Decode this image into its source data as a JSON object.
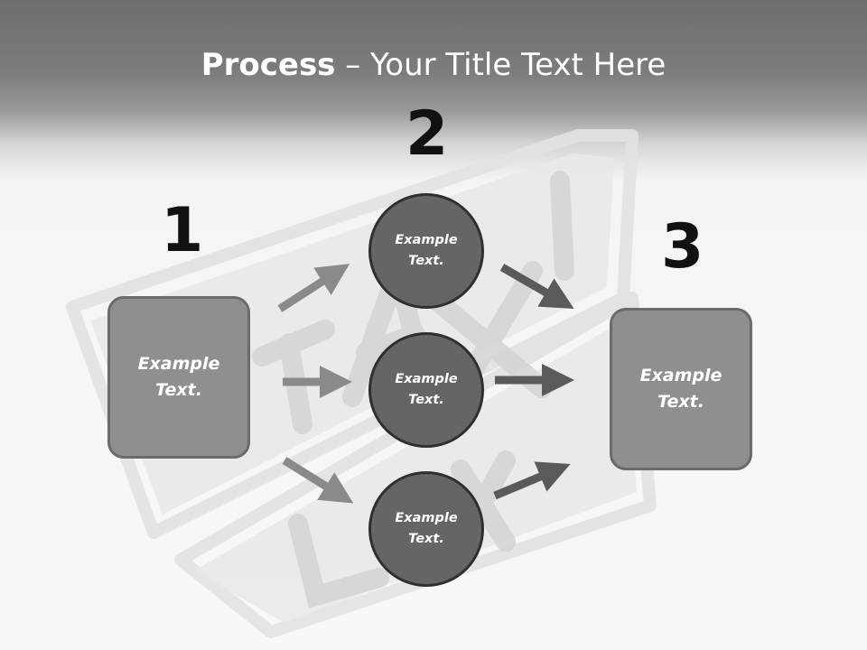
{
  "title": {
    "bold": "Process",
    "rest": " – Your Title Text Here"
  },
  "steps": [
    {
      "number": "1",
      "text": "Example\nText."
    },
    {
      "number": "2"
    },
    {
      "number": "3",
      "text": "Example\nText."
    }
  ],
  "circles": [
    {
      "text": "Example\nText."
    },
    {
      "text": "Example\nText."
    },
    {
      "text": "Example\nText."
    }
  ],
  "colors": {
    "box_fill": "#8f8f8f",
    "circle_fill": "#656565",
    "arrow_left": "#8a8a8a",
    "arrow_right": "#5a5a5a"
  }
}
